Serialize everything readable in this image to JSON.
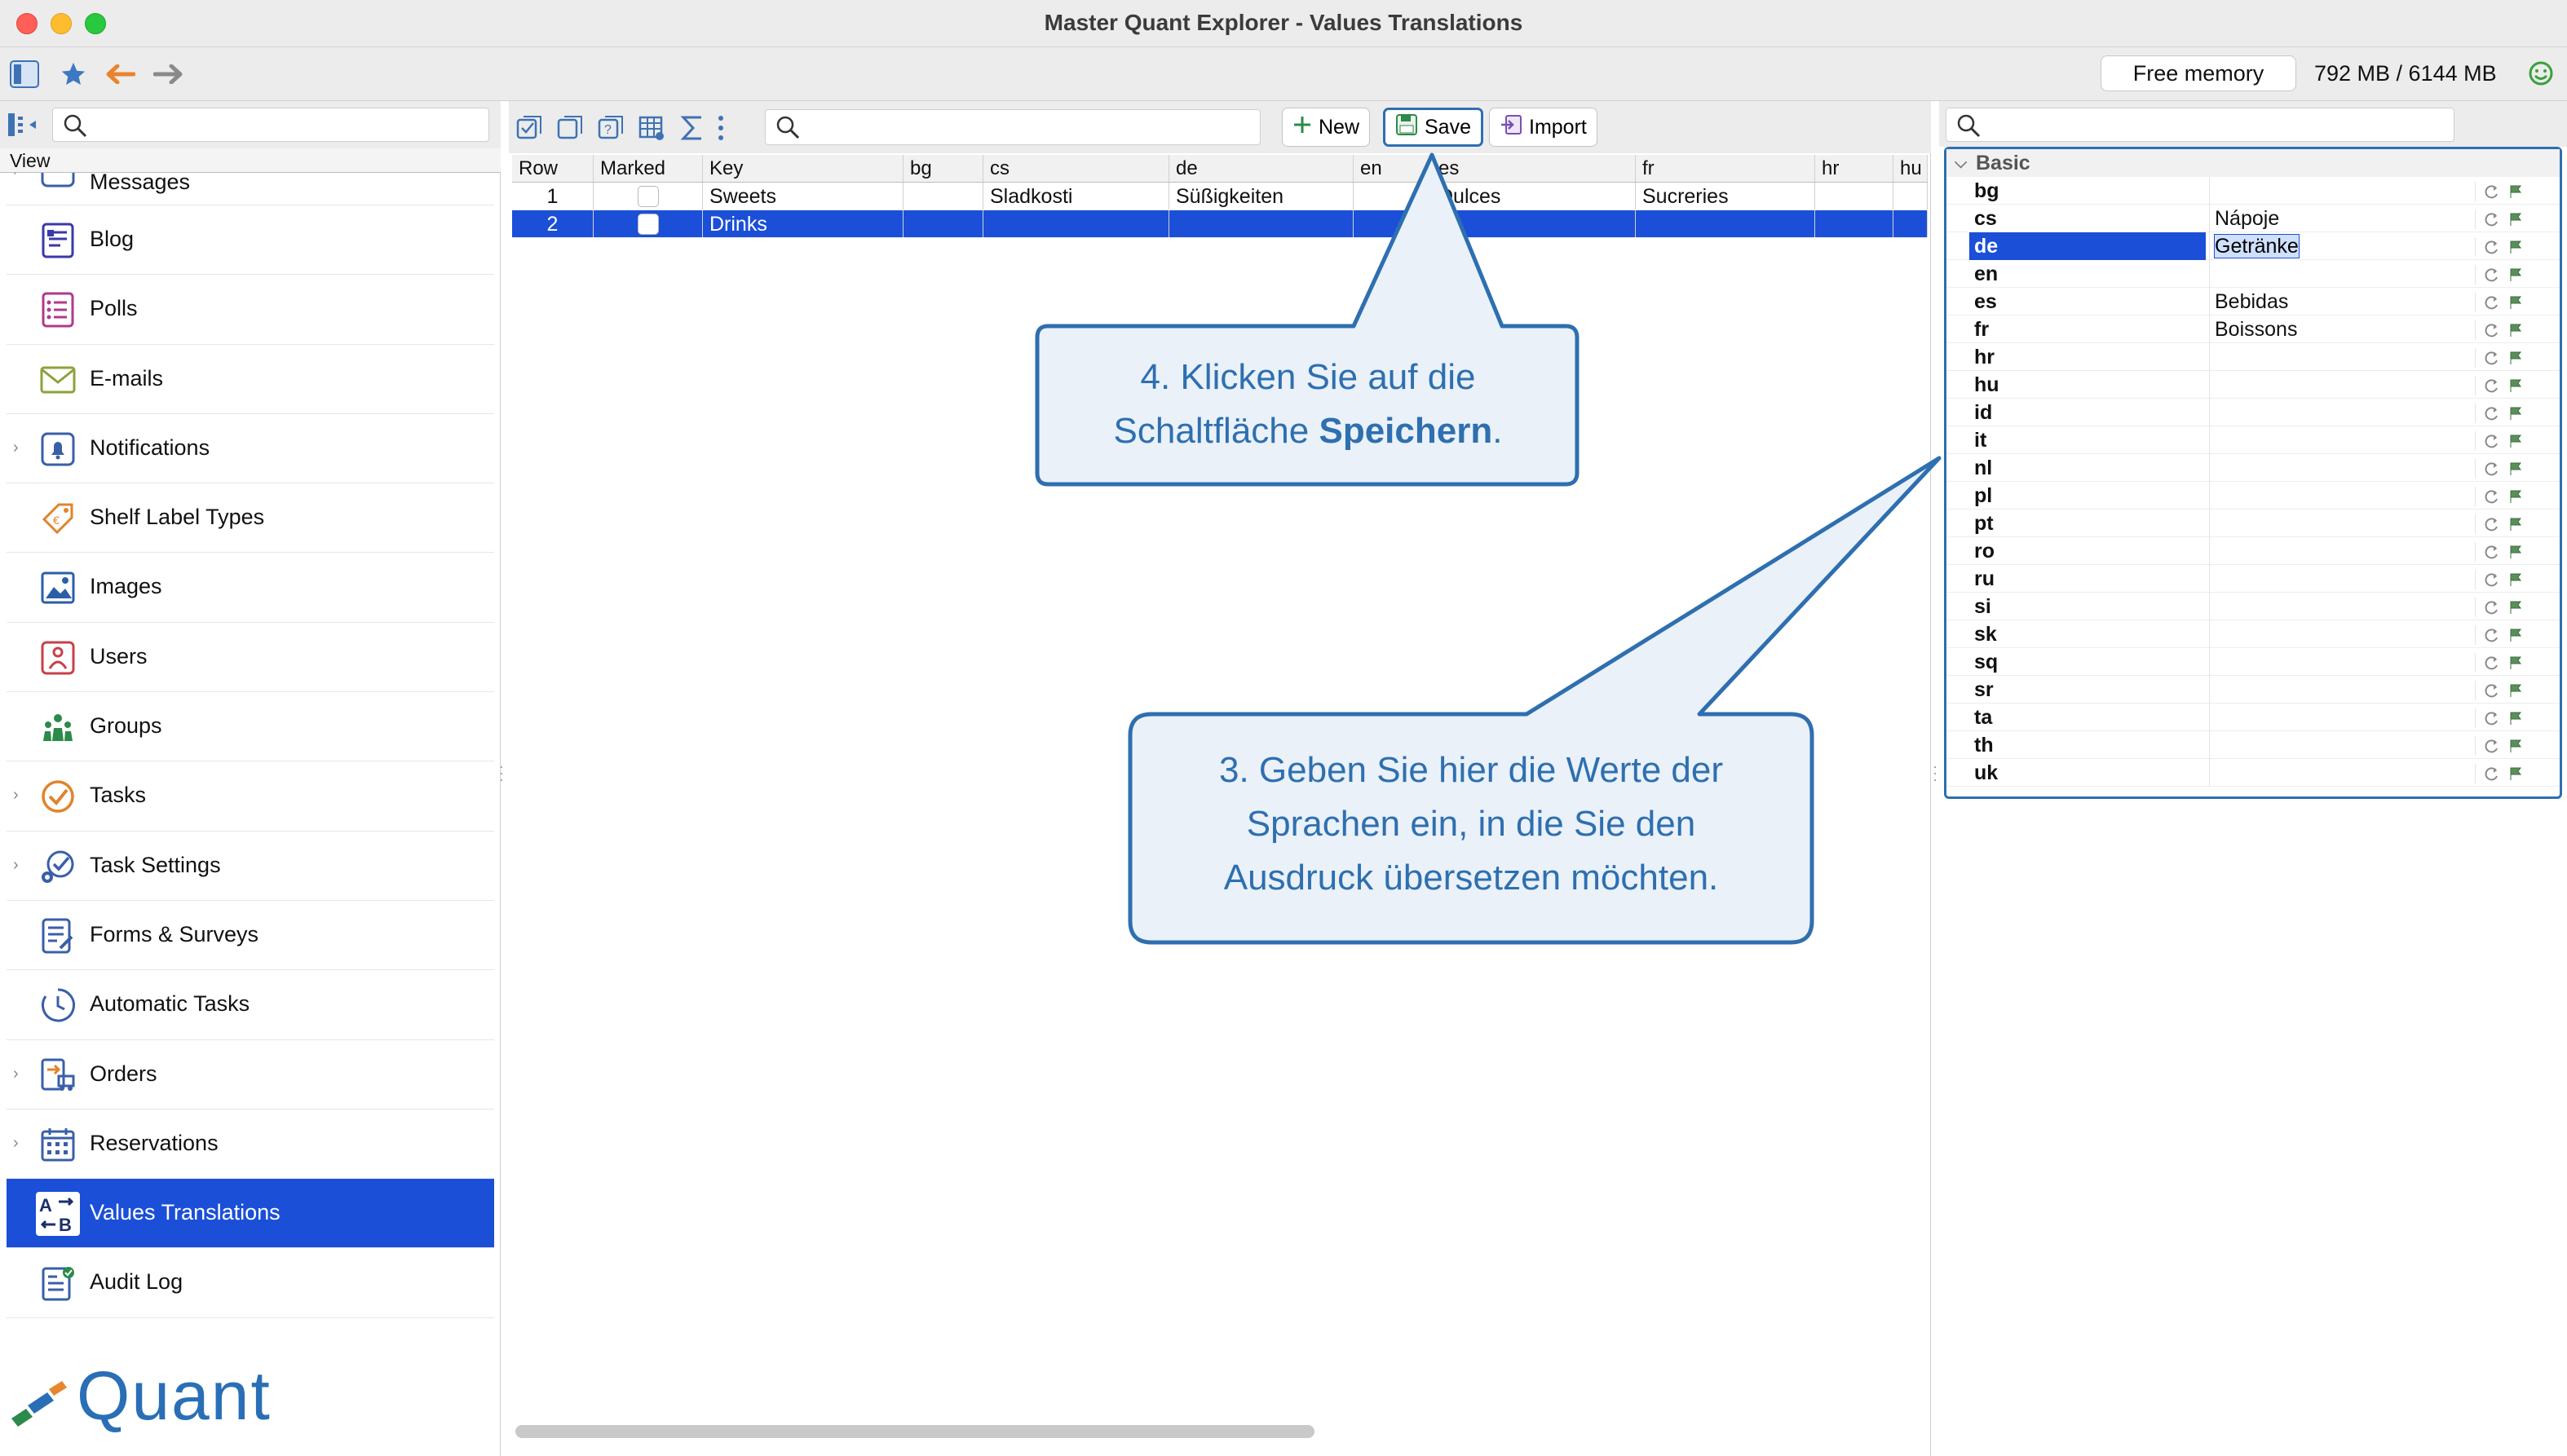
{
  "window": {
    "title": "Master Quant Explorer - Values Translations"
  },
  "toolbar": {
    "free_memory_label": "Free memory",
    "memory_value": "792 MB / 6144 MB"
  },
  "left": {
    "view_label": "View",
    "partial_item": "Messages",
    "items": [
      {
        "label": "Blog",
        "icon": "blog-icon",
        "expandable": false
      },
      {
        "label": "Polls",
        "icon": "polls-icon",
        "expandable": false
      },
      {
        "label": "E-mails",
        "icon": "email-icon",
        "expandable": false
      },
      {
        "label": "Notifications",
        "icon": "bell-icon",
        "expandable": true
      },
      {
        "label": "Shelf Label Types",
        "icon": "price-tag-icon",
        "expandable": false
      },
      {
        "label": "Images",
        "icon": "image-icon",
        "expandable": false
      },
      {
        "label": "Users",
        "icon": "user-icon",
        "expandable": false
      },
      {
        "label": "Groups",
        "icon": "group-icon",
        "expandable": false
      },
      {
        "label": "Tasks",
        "icon": "task-check-icon",
        "expandable": true
      },
      {
        "label": "Task Settings",
        "icon": "task-settings-icon",
        "expandable": true
      },
      {
        "label": "Forms & Surveys",
        "icon": "form-icon",
        "expandable": false
      },
      {
        "label": "Automatic Tasks",
        "icon": "clock-icon",
        "expandable": false
      },
      {
        "label": "Orders",
        "icon": "order-truck-icon",
        "expandable": true
      },
      {
        "label": "Reservations",
        "icon": "calendar-icon",
        "expandable": true
      },
      {
        "label": "Values Translations",
        "icon": "translate-ab-icon",
        "expandable": false,
        "active": true
      },
      {
        "label": "Audit Log",
        "icon": "audit-log-icon",
        "expandable": false
      }
    ],
    "brand": "Quant"
  },
  "center": {
    "buttons": {
      "new": "New",
      "save": "Save",
      "import": "Import"
    },
    "columns": [
      "Row",
      "Marked",
      "Key",
      "bg",
      "cs",
      "de",
      "en",
      "es",
      "fr",
      "hr",
      "hu"
    ],
    "rows": [
      {
        "row": "1",
        "key": "Sweets",
        "bg": "",
        "cs": "Sladkosti",
        "de": "Süßigkeiten",
        "en": "",
        "es": "Dulces",
        "fr": "Sucreries",
        "hr": "",
        "hu": ""
      },
      {
        "row": "2",
        "key": "Drinks",
        "bg": "",
        "cs": "",
        "de": "",
        "en": "",
        "es": "",
        "fr": "",
        "hr": "",
        "hu": ""
      }
    ]
  },
  "right": {
    "group": "Basic",
    "props": [
      {
        "k": "bg",
        "v": ""
      },
      {
        "k": "cs",
        "v": "Nápoje"
      },
      {
        "k": "de",
        "v": "Getränke"
      },
      {
        "k": "en",
        "v": ""
      },
      {
        "k": "es",
        "v": "Bebidas"
      },
      {
        "k": "fr",
        "v": "Boissons"
      },
      {
        "k": "hr",
        "v": ""
      },
      {
        "k": "hu",
        "v": ""
      },
      {
        "k": "id",
        "v": ""
      },
      {
        "k": "it",
        "v": ""
      },
      {
        "k": "nl",
        "v": ""
      },
      {
        "k": "pl",
        "v": ""
      },
      {
        "k": "pt",
        "v": ""
      },
      {
        "k": "ro",
        "v": ""
      },
      {
        "k": "ru",
        "v": ""
      },
      {
        "k": "si",
        "v": ""
      },
      {
        "k": "sk",
        "v": ""
      },
      {
        "k": "sq",
        "v": ""
      },
      {
        "k": "sr",
        "v": ""
      },
      {
        "k": "ta",
        "v": ""
      },
      {
        "k": "th",
        "v": ""
      },
      {
        "k": "uk",
        "v": ""
      }
    ]
  },
  "callouts": {
    "step4_prefix": "4. Klicken Sie auf die",
    "step4_line2": "Schaltfläche",
    "step4_bold": "Speichern",
    "step4_end": ".",
    "step3_line1": "3. Geben Sie hier die Werte der",
    "step3_line2": "Sprachen ein, in die Sie den",
    "step3_line3": "Ausdruck übersetzen möchten."
  },
  "colors": {
    "accent": "#1b4fd8",
    "callout": "#2e6fb0",
    "callout_fill": "#eaf1f8"
  }
}
